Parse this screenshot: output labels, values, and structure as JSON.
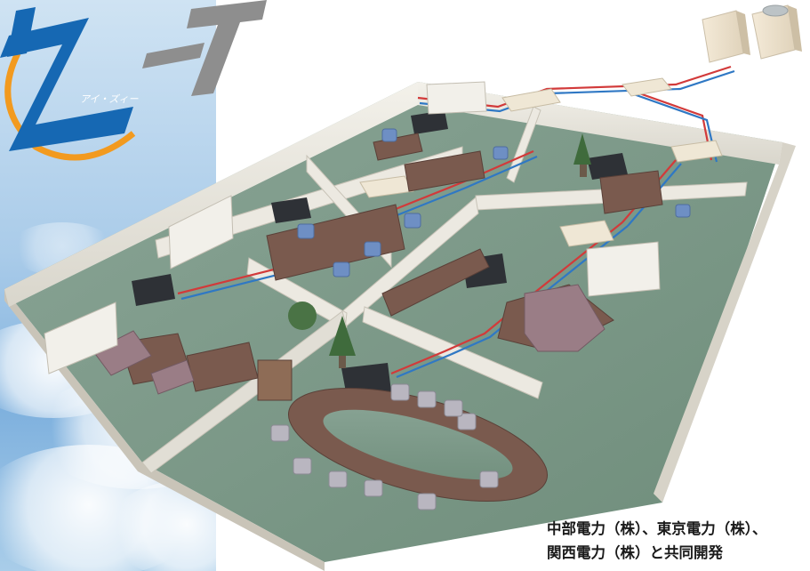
{
  "logo": {
    "main_text": "iZ-T",
    "kana_text": "アイ・ズィー"
  },
  "caption": {
    "line1": "中部電力（株）、東京電力（株）、",
    "line2": "関西電力（株）と共同開発"
  },
  "colors": {
    "sky": "#8cbde6",
    "logo_blue": "#1668b3",
    "logo_orange": "#f29a1f",
    "floor_green": "#7f9a86",
    "wall": "#e9e7df",
    "pipe_red": "#d23a3a",
    "pipe_blue": "#2f78c4",
    "furniture_wood": "#7a5a4e",
    "chair_blue": "#6e8fc4",
    "sofa_mauve": "#9a7d86",
    "ac_unit": "#2e3136"
  }
}
